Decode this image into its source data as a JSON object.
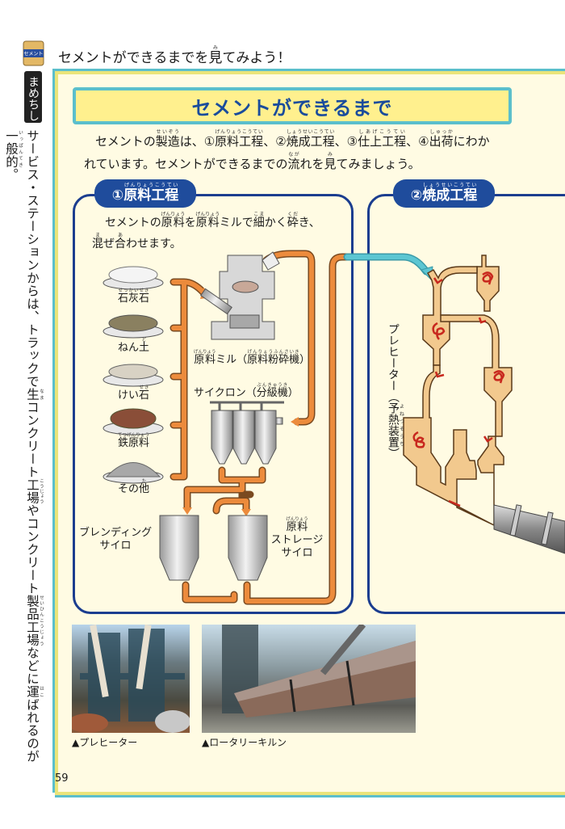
{
  "header": {
    "bag_label": "セメント",
    "title": [
      [
        "セメントができるまでを",
        ""
      ],
      [
        "見",
        "み"
      ],
      [
        "てみよう！",
        ""
      ]
    ]
  },
  "sidebar": {
    "tag": "まめちしき",
    "text": [
      [
        "サービス・ステーションからは、トラックで",
        ""
      ],
      [
        "生",
        "なま"
      ],
      [
        "コンクリート",
        ""
      ],
      [
        "工場",
        "こうじょう"
      ],
      [
        "やコンクリート",
        ""
      ],
      [
        "製品工場",
        "せいひんこうじょう"
      ],
      [
        "などに",
        ""
      ],
      [
        "運",
        "はこ"
      ],
      [
        "ばれるのが",
        ""
      ],
      [
        "一般的",
        "いっぱんてき"
      ],
      [
        "。",
        ""
      ]
    ]
  },
  "banner": {
    "title": "セメントができるまで"
  },
  "intro": {
    "line1": [
      [
        "セメントの",
        ""
      ],
      [
        "製造",
        "せいぞう"
      ],
      [
        "は、①",
        ""
      ],
      [
        "原料工程",
        "げんりょうこうてい"
      ],
      [
        "、②",
        ""
      ],
      [
        "焼成工程",
        "しょうせいこうてい"
      ],
      [
        "、③",
        ""
      ],
      [
        "仕上工程",
        "しあげこうてい"
      ],
      [
        "、④",
        ""
      ],
      [
        "出荷",
        "しゅっか"
      ],
      [
        "にわか",
        ""
      ]
    ],
    "line2": [
      [
        "れています。セメントができるまでの",
        ""
      ],
      [
        "流",
        "なが"
      ],
      [
        "れを",
        ""
      ],
      [
        "見",
        "み"
      ],
      [
        "てみましょう。",
        ""
      ]
    ]
  },
  "section1": {
    "title": [
      [
        "①",
        ""
      ],
      [
        "原料工程",
        "げんりょうこうてい"
      ]
    ],
    "desc1": [
      [
        "セメントの",
        ""
      ],
      [
        "原料",
        "げんりょう"
      ],
      [
        "を",
        ""
      ],
      [
        "原料",
        "げんりょう"
      ],
      [
        "ミルで",
        ""
      ],
      [
        "細",
        "こま"
      ],
      [
        "かく",
        ""
      ],
      [
        "砕",
        "くだ"
      ],
      [
        "き、",
        ""
      ]
    ],
    "desc2": [
      [
        "混",
        "ま"
      ],
      [
        "ぜ",
        ""
      ],
      [
        "合",
        "あ"
      ],
      [
        "わせます。",
        ""
      ]
    ],
    "materials": [
      [
        [
          "石灰石",
          "せっかいせき"
        ]
      ],
      [
        [
          "ねん",
          ""
        ],
        [
          "土",
          "ど"
        ]
      ],
      [
        [
          "けい",
          ""
        ],
        [
          "石",
          "せき"
        ]
      ],
      [
        [
          "鉄原料",
          "てつげんりょう"
        ]
      ],
      [
        [
          "その",
          ""
        ],
        [
          "他",
          "た"
        ]
      ]
    ],
    "mill": [
      [
        "原料",
        "げんりょう"
      ],
      [
        "ミル（",
        ""
      ],
      [
        "原料粉砕機",
        "げんりょうふんさいき"
      ],
      [
        "）",
        ""
      ]
    ],
    "cyclone": [
      [
        "サイクロン（",
        ""
      ],
      [
        "分級機",
        "ぶんきゅうき"
      ],
      [
        "）",
        ""
      ]
    ],
    "blending_silo": [
      "ブレンディング",
      "サイロ"
    ],
    "storage_silo": {
      "line1": [
        [
          "原料",
          "げんりょう"
        ]
      ],
      "line2": "ストレージ",
      "line3": "サイロ"
    }
  },
  "section2": {
    "title": [
      [
        "②",
        ""
      ],
      [
        "焼成工程",
        "しょうせいこうてい"
      ]
    ],
    "preheater_label": [
      [
        "プレヒーター（",
        ""
      ],
      [
        "予熱装置",
        "よねつそうち"
      ],
      [
        "）",
        ""
      ]
    ]
  },
  "photos": [
    {
      "caption": "▲プレヒーター"
    },
    {
      "caption": "▲ロータリーキルン"
    }
  ],
  "page_number": "59",
  "colors": {
    "pipe": "#e8883a",
    "accent_blue": "#1f4c9c",
    "teal": "#5bbfcc",
    "banner_yellow": "#fff08e",
    "preheater": "#f2c98e"
  }
}
